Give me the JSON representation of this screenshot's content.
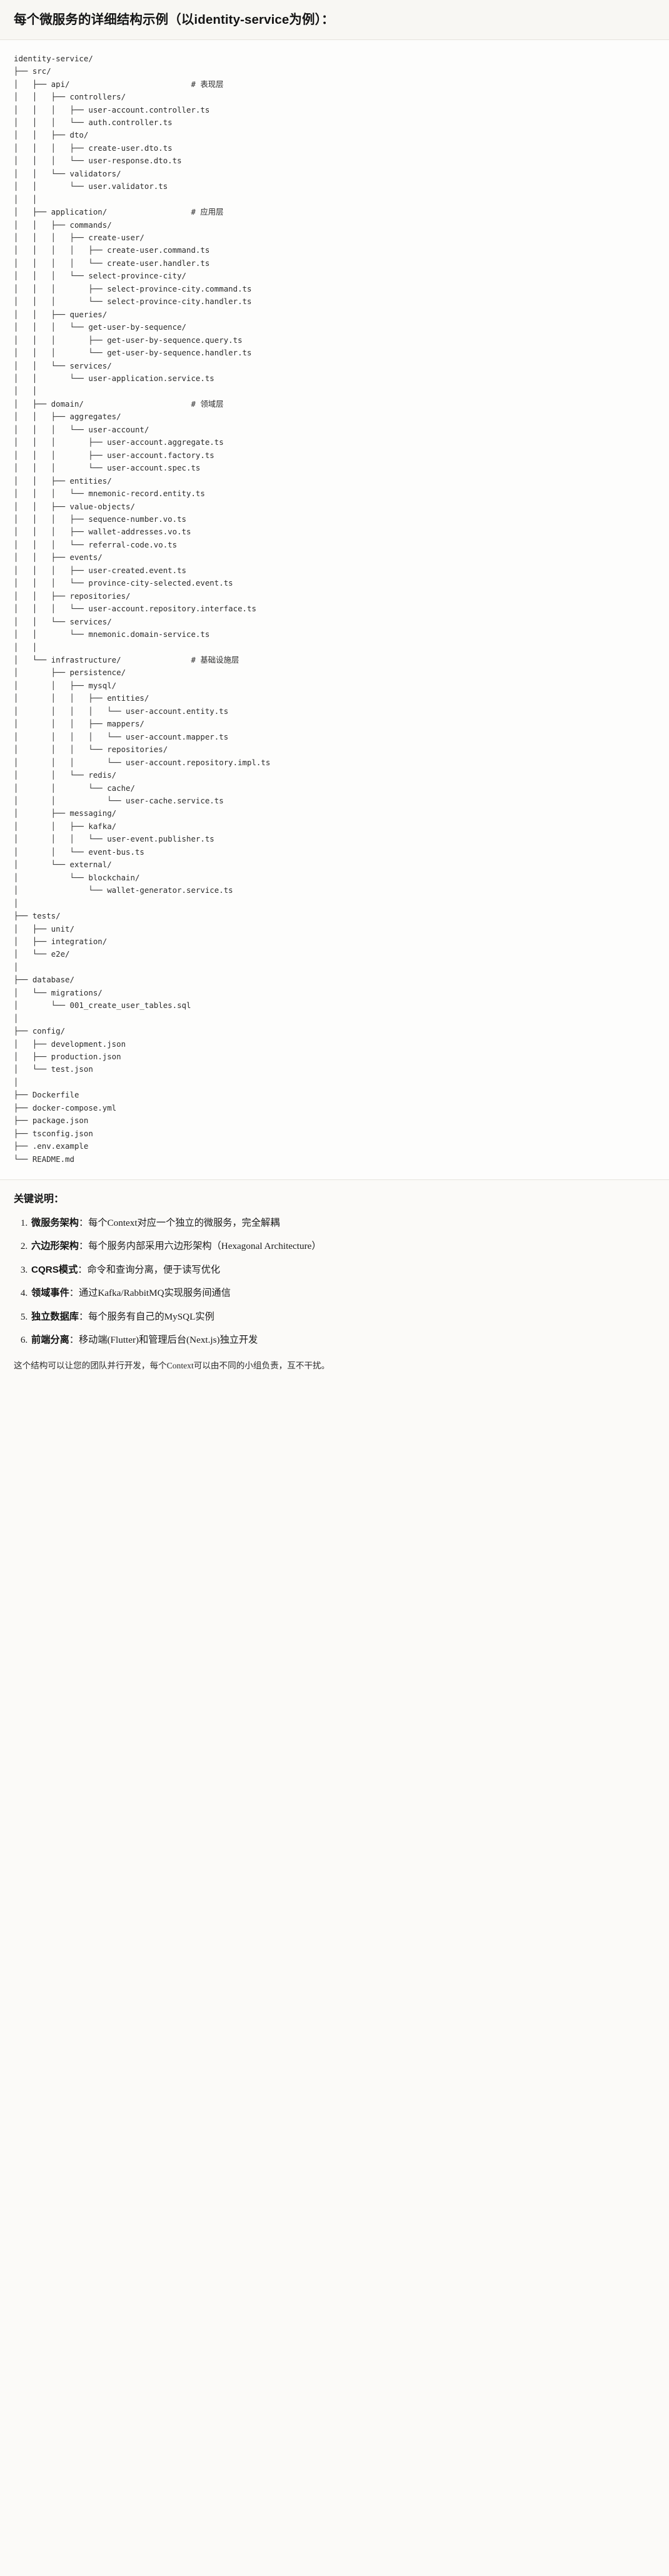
{
  "heading": {
    "text": "每个微服务的详细结构示例（以identity-service为例）："
  },
  "tree": {
    "root": "identity-service/",
    "text": "identity-service/\n├── src/\n│   ├── api/                          # 表现层\n│   │   ├── controllers/\n│   │   │   ├── user-account.controller.ts\n│   │   │   └── auth.controller.ts\n│   │   ├── dto/\n│   │   │   ├── create-user.dto.ts\n│   │   │   └── user-response.dto.ts\n│   │   └── validators/\n│   │       └── user.validator.ts\n│   │\n│   ├── application/                  # 应用层\n│   │   ├── commands/\n│   │   │   ├── create-user/\n│   │   │   │   ├── create-user.command.ts\n│   │   │   │   └── create-user.handler.ts\n│   │   │   └── select-province-city/\n│   │   │       ├── select-province-city.command.ts\n│   │   │       └── select-province-city.handler.ts\n│   │   ├── queries/\n│   │   │   └── get-user-by-sequence/\n│   │   │       ├── get-user-by-sequence.query.ts\n│   │   │       └── get-user-by-sequence.handler.ts\n│   │   └── services/\n│   │       └── user-application.service.ts\n│   │\n│   ├── domain/                       # 领域层\n│   │   ├── aggregates/\n│   │   │   └── user-account/\n│   │   │       ├── user-account.aggregate.ts\n│   │   │       ├── user-account.factory.ts\n│   │   │       └── user-account.spec.ts\n│   │   ├── entities/\n│   │   │   └── mnemonic-record.entity.ts\n│   │   ├── value-objects/\n│   │   │   ├── sequence-number.vo.ts\n│   │   │   ├── wallet-addresses.vo.ts\n│   │   │   └── referral-code.vo.ts\n│   │   ├── events/\n│   │   │   ├── user-created.event.ts\n│   │   │   └── province-city-selected.event.ts\n│   │   ├── repositories/\n│   │   │   └── user-account.repository.interface.ts\n│   │   └── services/\n│   │       └── mnemonic.domain-service.ts\n│   │\n│   └── infrastructure/               # 基础设施层\n│       ├── persistence/\n│       │   ├── mysql/\n│       │   │   ├── entities/\n│       │   │   │   └── user-account.entity.ts\n│       │   │   ├── mappers/\n│       │   │   │   └── user-account.mapper.ts\n│       │   │   └── repositories/\n│       │   │       └── user-account.repository.impl.ts\n│       │   └── redis/\n│       │       └── cache/\n│       │           └── user-cache.service.ts\n│       ├── messaging/\n│       │   ├── kafka/\n│       │   │   └── user-event.publisher.ts\n│       │   └── event-bus.ts\n│       └── external/\n│           └── blockchain/\n│               └── wallet-generator.service.ts\n│\n├── tests/\n│   ├── unit/\n│   ├── integration/\n│   └── e2e/\n│\n├── database/\n│   └── migrations/\n│       └── 001_create_user_tables.sql\n│\n├── config/\n│   ├── development.json\n│   ├── production.json\n│   └── test.json\n│\n├── Dockerfile\n├── docker-compose.yml\n├── package.json\n├── tsconfig.json\n├── .env.example\n└── README.md",
    "layer_comments": [
      {
        "path": "src/api/",
        "comment": "# 表现层"
      },
      {
        "path": "src/application/",
        "comment": "# 应用层"
      },
      {
        "path": "src/domain/",
        "comment": "# 领域层"
      },
      {
        "path": "src/infrastructure/",
        "comment": "# 基础设施层"
      }
    ]
  },
  "notes": {
    "title": "关键说明：",
    "items": [
      {
        "term": "微服务架构",
        "sep": "：",
        "desc": "每个Context对应一个独立的微服务，完全解耦"
      },
      {
        "term": "六边形架构",
        "sep": "：",
        "desc": "每个服务内部采用六边形架构（Hexagonal Architecture）"
      },
      {
        "term": "CQRS模式",
        "sep": "：",
        "desc": "命令和查询分离，便于读写优化"
      },
      {
        "term": "领域事件",
        "sep": "：",
        "desc": "通过Kafka/RabbitMQ实现服务间通信"
      },
      {
        "term": "独立数据库",
        "sep": "：",
        "desc": "每个服务有自己的MySQL实例"
      },
      {
        "term": "前端分离",
        "sep": "：",
        "desc": "移动端(Flutter)和管理后台(Next.js)独立开发"
      }
    ],
    "closing": "这个结构可以让您的团队并行开发，每个Context可以由不同的小组负责，互不干扰。"
  }
}
